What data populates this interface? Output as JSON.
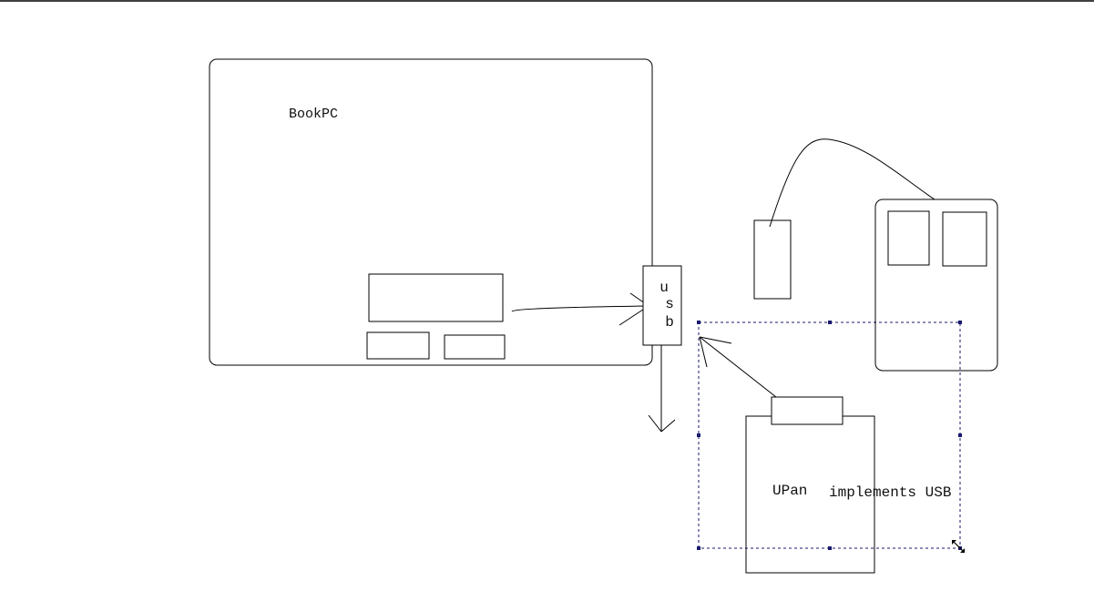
{
  "diagram": {
    "bookpc_label": "BookPC",
    "usb_port_label": {
      "char1": "u",
      "char2": "s",
      "char3": "b"
    },
    "upan_label": "UPan",
    "implements_label": "implements USB"
  },
  "colors": {
    "stroke": "#000000",
    "selection": "#1a1a6e",
    "background": "#ffffff"
  }
}
